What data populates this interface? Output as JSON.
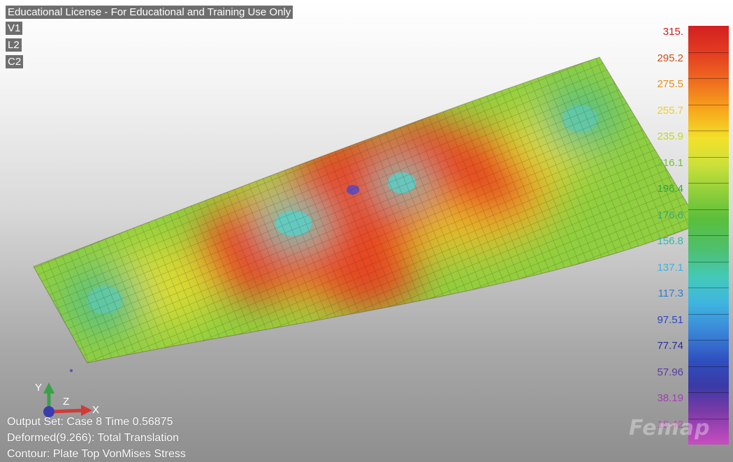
{
  "viewport": {
    "banner": "Educational License - For Educational and Training Use Only",
    "view_tag": "V1",
    "layer_tag": "L2",
    "color_tag": "C2"
  },
  "legend": {
    "ticks": [
      "315.",
      "295.2",
      "275.5",
      "255.7",
      "235.9",
      "216.1",
      "196.4",
      "176.6",
      "156.8",
      "137.1",
      "117.3",
      "97.51",
      "77.74",
      "57.96",
      "38.19",
      "18.42"
    ],
    "tick_colors": [
      "#cc1f1f",
      "#d24c14",
      "#e39010",
      "#f0d020",
      "#c2d62c",
      "#6fc23b",
      "#34a83a",
      "#3aaa74",
      "#34b8a8",
      "#3ab4e0",
      "#2a7fd2",
      "#2d47c7",
      "#2c2ca0",
      "#5a3aa8",
      "#a23eb4",
      "#c648b8"
    ]
  },
  "status": {
    "output_set": "Output Set: Case 8 Time 0.56875",
    "deformed": "Deformed(9.266): Total Translation",
    "contour": "Contour: Plate Top VonMises Stress"
  },
  "triad": {
    "x": "X",
    "y": "Y",
    "z": "Z"
  },
  "watermark": "Femap"
}
